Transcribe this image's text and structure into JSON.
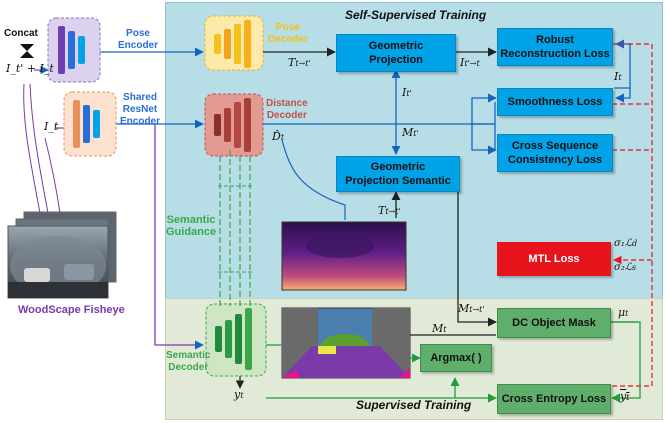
{
  "regions": {
    "self_supervised_title": "Self-Supervised Training",
    "supervised_title": "Supervised Training"
  },
  "inputs": {
    "concat_label": "Concat",
    "pair_label": "I_t' + I_t",
    "single_label": "I_t",
    "dataset_label": "WoodScape Fisheye"
  },
  "networks": {
    "pose_encoder": "Pose\nEncoder",
    "shared_encoder": "Shared\nResNet\nEncoder",
    "pose_decoder": "Pose\nDecoder",
    "distance_decoder": "Distance\nDecoder",
    "semantic_decoder": "Semantic\nDecoder",
    "semantic_guidance": "Semantic\nGuidance"
  },
  "modules": {
    "geometric_projection": "Geometric\nProjection",
    "geometric_projection_semantic": "Geometric\nProjection Semantic",
    "argmax": "Argmax( )"
  },
  "losses": {
    "robust_reconstruction": "Robust\nReconstruction Loss",
    "smoothness": "Smoothness Loss",
    "cross_sequence": "Cross Sequence\nConsistency Loss",
    "mtl": "MTL Loss",
    "dc_object_mask": "DC Object Mask",
    "cross_entropy": "Cross Entropy Loss"
  },
  "symbols": {
    "T_pose": "T",
    "T_pose_sub": "t→t'",
    "T_sem": "T",
    "T_sem_sub": "t→t'",
    "I_warp": "I",
    "I_warp_sub": "t'→t",
    "I_tp": "I",
    "I_tp_sub": "t'",
    "M_tp": "M",
    "M_tp_sub": "t'",
    "D_hat": "D̂",
    "D_hat_sub": "t",
    "I_t_right": "I",
    "I_t_right_sub": "t",
    "M_warp": "M",
    "M_warp_sub": "t→t'",
    "M_t": "M",
    "M_t_sub": "t",
    "mu_t": "μ",
    "mu_t_sub": "t",
    "y_t": "y",
    "y_t_sub": "t",
    "y_bar": "y",
    "y_bar_sub": "t",
    "sigma_d": "σ₁ℒ",
    "sigma_d_sub": "d",
    "sigma_s": "σ₂ℒ",
    "sigma_s_sub": "s"
  },
  "colors": {
    "self_region": "#b7dde7",
    "sup_region": "#e1ead7",
    "pose_label": "#2a6fd6",
    "pose_decoder_label": "#f2c21b",
    "distance_label": "#c0504d",
    "semantic_label": "#3aa84a",
    "dataset_label": "#7a3aa8",
    "accent_red": "#e8141c",
    "module_blue": "#00a2e8",
    "module_green": "#5fae6b"
  }
}
